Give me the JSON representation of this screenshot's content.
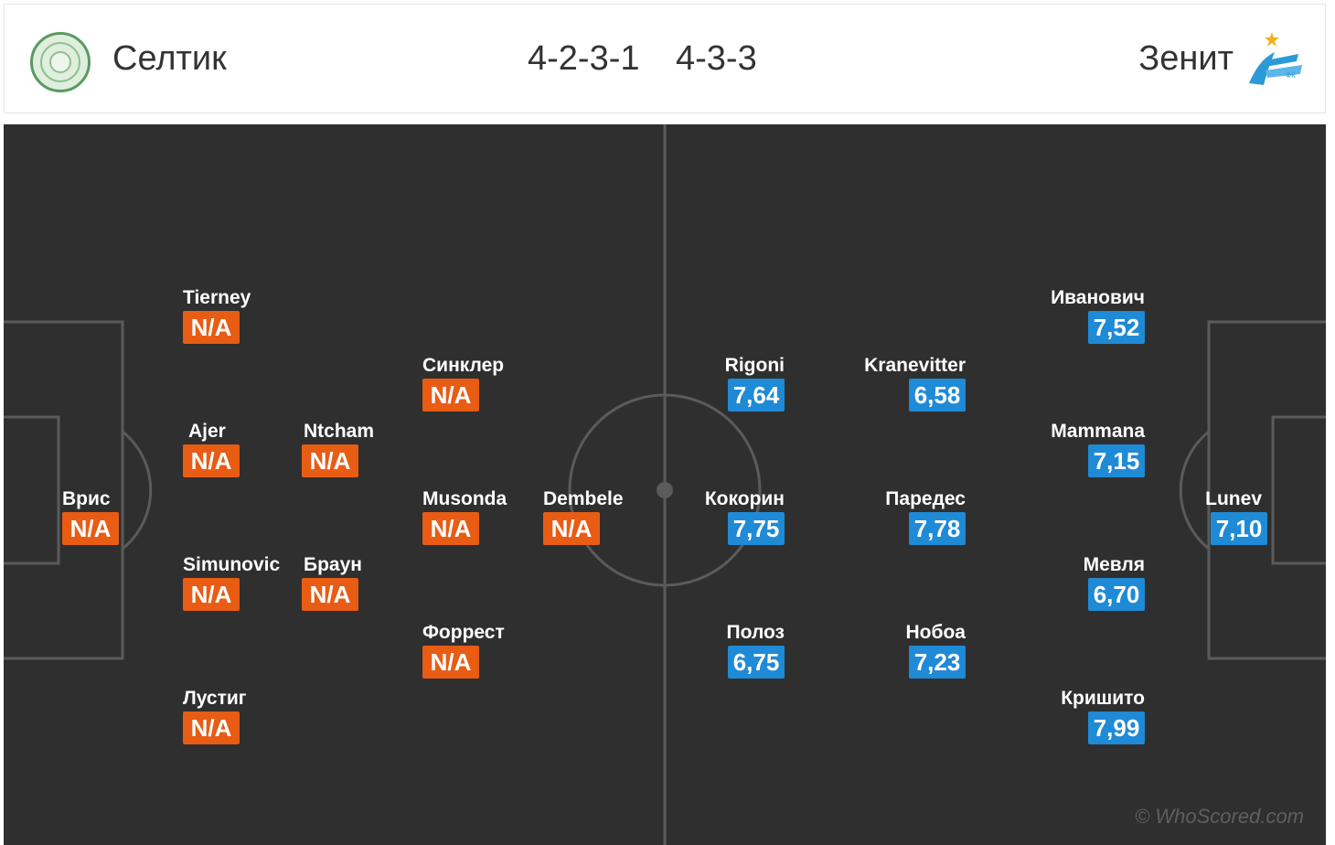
{
  "header": {
    "home_team": "Селтик",
    "away_team": "Зенит",
    "home_formation": "4-2-3-1",
    "away_formation": "4-3-3"
  },
  "colors": {
    "pitch": "#2f2f2f",
    "lines": "#5b5b5b",
    "na_badge": "#e85c14",
    "rating_badge": "#1f8ad6"
  },
  "players": {
    "home": [
      {
        "name": "Tierney",
        "rating": "N/A"
      },
      {
        "name": "Ajer",
        "rating": "N/A"
      },
      {
        "name": "Ntcham",
        "rating": "N/A"
      },
      {
        "name": "Врис",
        "rating": "N/A"
      },
      {
        "name": "Simunovic",
        "rating": "N/A"
      },
      {
        "name": "Браун",
        "rating": "N/A"
      },
      {
        "name": "Лустиг",
        "rating": "N/A"
      },
      {
        "name": "Синклер",
        "rating": "N/A"
      },
      {
        "name": "Musonda",
        "rating": "N/A"
      },
      {
        "name": "Dembele",
        "rating": "N/A"
      },
      {
        "name": "Форрест",
        "rating": "N/A"
      }
    ],
    "away": [
      {
        "name": "Rigoni",
        "rating": "7,64"
      },
      {
        "name": "Kranevitter",
        "rating": "6,58"
      },
      {
        "name": "Иванович",
        "rating": "7,52"
      },
      {
        "name": "Mammana",
        "rating": "7,15"
      },
      {
        "name": "Кокорин",
        "rating": "7,75"
      },
      {
        "name": "Паредес",
        "rating": "7,78"
      },
      {
        "name": "Lunev",
        "rating": "7,10"
      },
      {
        "name": "Мевля",
        "rating": "6,70"
      },
      {
        "name": "Полоз",
        "rating": "6,75"
      },
      {
        "name": "Нобоа",
        "rating": "7,23"
      },
      {
        "name": "Кришито",
        "rating": "7,99"
      }
    ]
  },
  "watermark": "© WhoScored.com"
}
